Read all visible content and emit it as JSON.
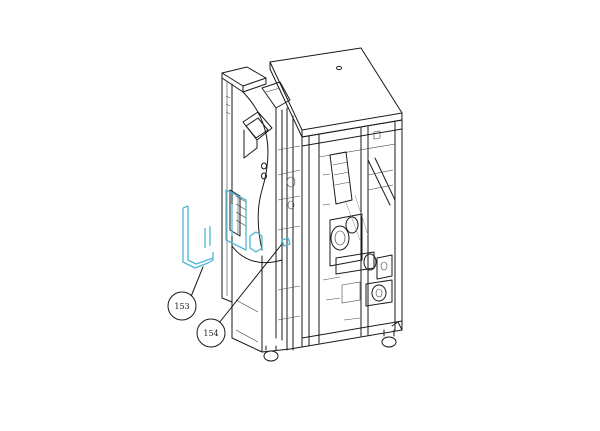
{
  "diagram": {
    "callouts": [
      {
        "id": "153",
        "label": "153"
      },
      {
        "id": "154",
        "label": "154"
      }
    ],
    "colors": {
      "highlight": "#4fb6d8",
      "line": "#1a1a1a",
      "background": "#ffffff"
    }
  }
}
